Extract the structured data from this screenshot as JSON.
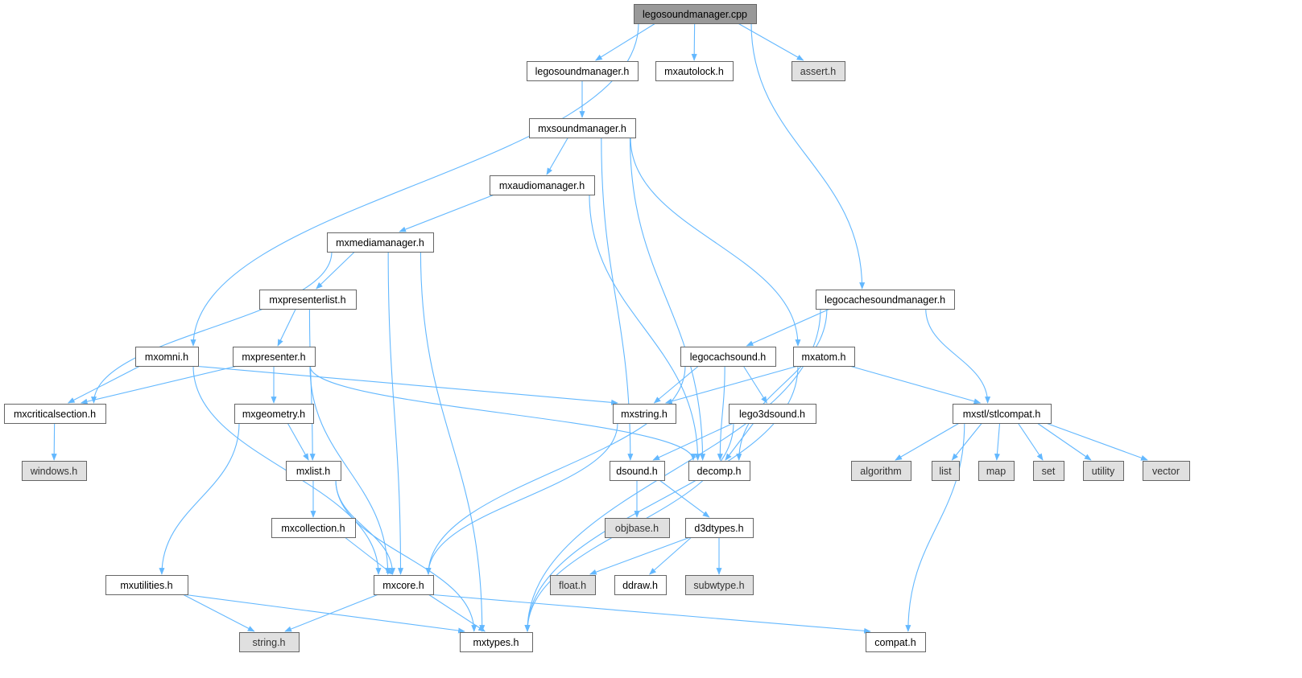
{
  "graph": {
    "title": "legosoundmanager.cpp",
    "colors": {
      "root_fill": "#999999",
      "local_fill": "#ffffff",
      "external_fill": "#e0e0e0",
      "border": "#666666",
      "edge": "#63b8ff"
    },
    "nodes": {
      "cpp": {
        "label": "legosoundmanager.cpp",
        "kind": "root"
      },
      "lsm": {
        "label": "legosoundmanager.h",
        "kind": "local"
      },
      "autolock": {
        "label": "mxautolock.h",
        "kind": "local"
      },
      "assert": {
        "label": "assert.h",
        "kind": "external"
      },
      "mxsm": {
        "label": "mxsoundmanager.h",
        "kind": "local"
      },
      "mxam": {
        "label": "mxaudiomanager.h",
        "kind": "local"
      },
      "mxmm": {
        "label": "mxmediamanager.h",
        "kind": "local"
      },
      "lcsm": {
        "label": "legocachesoundmanager.h",
        "kind": "local"
      },
      "mxpl": {
        "label": "mxpresenterlist.h",
        "kind": "local"
      },
      "mxomni": {
        "label": "mxomni.h",
        "kind": "local"
      },
      "mxpres": {
        "label": "mxpresenter.h",
        "kind": "local"
      },
      "lcs": {
        "label": "legocachsound.h",
        "kind": "local"
      },
      "mxatom": {
        "label": "mxatom.h",
        "kind": "local"
      },
      "mxcs": {
        "label": "mxcriticalsection.h",
        "kind": "local"
      },
      "mxgeo": {
        "label": "mxgeometry.h",
        "kind": "local"
      },
      "mxstring": {
        "label": "mxstring.h",
        "kind": "local"
      },
      "l3d": {
        "label": "lego3dsound.h",
        "kind": "local"
      },
      "stl": {
        "label": "mxstl/stlcompat.h",
        "kind": "local"
      },
      "windows": {
        "label": "windows.h",
        "kind": "external"
      },
      "mxlist": {
        "label": "mxlist.h",
        "kind": "local"
      },
      "dsound": {
        "label": "dsound.h",
        "kind": "local"
      },
      "decomp": {
        "label": "decomp.h",
        "kind": "local"
      },
      "algorithm": {
        "label": "algorithm",
        "kind": "external"
      },
      "list": {
        "label": "list",
        "kind": "external"
      },
      "map": {
        "label": "map",
        "kind": "external"
      },
      "set": {
        "label": "set",
        "kind": "external"
      },
      "utility": {
        "label": "utility",
        "kind": "external"
      },
      "vector": {
        "label": "vector",
        "kind": "external"
      },
      "objbase": {
        "label": "objbase.h",
        "kind": "external"
      },
      "d3d": {
        "label": "d3dtypes.h",
        "kind": "local"
      },
      "mxcoll": {
        "label": "mxcollection.h",
        "kind": "local"
      },
      "mxutil": {
        "label": "mxutilities.h",
        "kind": "local"
      },
      "mxcore": {
        "label": "mxcore.h",
        "kind": "local"
      },
      "float": {
        "label": "float.h",
        "kind": "external"
      },
      "ddraw": {
        "label": "ddraw.h",
        "kind": "local"
      },
      "subw": {
        "label": "subwtype.h",
        "kind": "external"
      },
      "string": {
        "label": "string.h",
        "kind": "external"
      },
      "mxtypes": {
        "label": "mxtypes.h",
        "kind": "local"
      },
      "compat": {
        "label": "compat.h",
        "kind": "local"
      }
    },
    "edges": [
      [
        "cpp",
        "lsm"
      ],
      [
        "cpp",
        "autolock"
      ],
      [
        "cpp",
        "assert"
      ],
      [
        "cpp",
        "mxomni"
      ],
      [
        "cpp",
        "lcsm"
      ],
      [
        "lsm",
        "mxsm"
      ],
      [
        "mxsm",
        "mxam"
      ],
      [
        "mxsm",
        "dsound"
      ],
      [
        "mxsm",
        "decomp"
      ],
      [
        "mxsm",
        "mxatom"
      ],
      [
        "mxam",
        "mxmm"
      ],
      [
        "mxam",
        "decomp"
      ],
      [
        "mxmm",
        "mxpl"
      ],
      [
        "mxmm",
        "mxcs"
      ],
      [
        "mxmm",
        "mxcore"
      ],
      [
        "mxmm",
        "mxtypes"
      ],
      [
        "mxpl",
        "mxpres"
      ],
      [
        "mxpl",
        "mxlist"
      ],
      [
        "mxpres",
        "mxcs"
      ],
      [
        "mxpres",
        "mxgeo"
      ],
      [
        "mxpres",
        "mxcore"
      ],
      [
        "mxpres",
        "decomp"
      ],
      [
        "mxomni",
        "mxcs"
      ],
      [
        "mxomni",
        "mxstring"
      ],
      [
        "mxomni",
        "mxcore"
      ],
      [
        "lcsm",
        "lcs"
      ],
      [
        "lcsm",
        "decomp"
      ],
      [
        "lcsm",
        "stl"
      ],
      [
        "lcsm",
        "mxtypes"
      ],
      [
        "lcs",
        "mxstring"
      ],
      [
        "lcs",
        "l3d"
      ],
      [
        "lcs",
        "decomp"
      ],
      [
        "lcs",
        "mxcore"
      ],
      [
        "mxatom",
        "mxstring"
      ],
      [
        "mxatom",
        "stl"
      ],
      [
        "mxatom",
        "mxtypes"
      ],
      [
        "mxcs",
        "windows"
      ],
      [
        "mxgeo",
        "mxlist"
      ],
      [
        "mxgeo",
        "mxutil"
      ],
      [
        "mxstring",
        "mxcore"
      ],
      [
        "l3d",
        "dsound"
      ],
      [
        "l3d",
        "decomp"
      ],
      [
        "l3d",
        "mxtypes"
      ],
      [
        "stl",
        "algorithm"
      ],
      [
        "stl",
        "list"
      ],
      [
        "stl",
        "map"
      ],
      [
        "stl",
        "set"
      ],
      [
        "stl",
        "utility"
      ],
      [
        "stl",
        "vector"
      ],
      [
        "stl",
        "compat"
      ],
      [
        "mxlist",
        "mxcoll"
      ],
      [
        "mxlist",
        "mxcore"
      ],
      [
        "mxlist",
        "mxtypes"
      ],
      [
        "dsound",
        "objbase"
      ],
      [
        "dsound",
        "d3d"
      ],
      [
        "d3d",
        "float"
      ],
      [
        "d3d",
        "ddraw"
      ],
      [
        "d3d",
        "subw"
      ],
      [
        "mxcoll",
        "mxcore"
      ],
      [
        "mxutil",
        "string"
      ],
      [
        "mxutil",
        "mxtypes"
      ],
      [
        "mxcore",
        "string"
      ],
      [
        "mxcore",
        "mxtypes"
      ],
      [
        "mxcore",
        "compat"
      ]
    ]
  }
}
